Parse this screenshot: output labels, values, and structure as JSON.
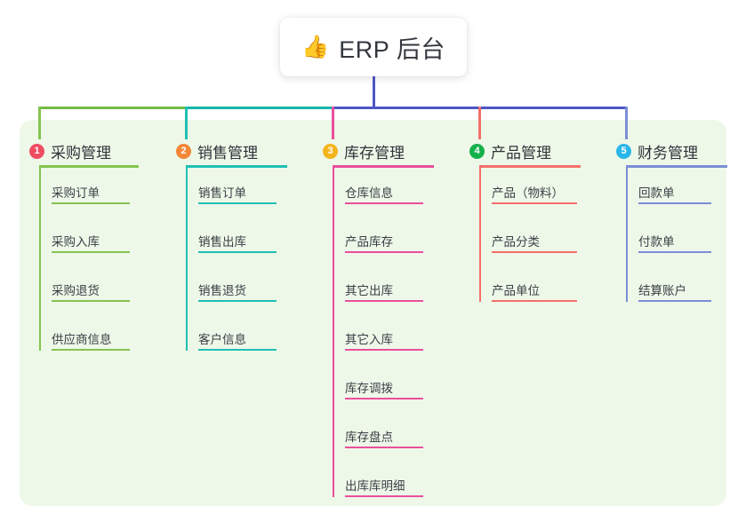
{
  "canvas": {
    "background": "#ffffff",
    "panel_color": "#eef8e9"
  },
  "title": {
    "emoji": "👍",
    "emoji_name": "thumbs-up-emoji",
    "text": "ERP 后台"
  },
  "connector": {
    "stem_color": "#4d57c4",
    "segments": [
      {
        "from": "col1",
        "to": "col2",
        "color": "#74b944"
      },
      {
        "from": "col2",
        "to": "col3",
        "color": "#17b5ac"
      },
      {
        "from": "col3",
        "to": "col5",
        "color": "#4d57c4"
      }
    ]
  },
  "columns": [
    {
      "number": "1",
      "title": "采购管理",
      "badge_color": "#ef4c62",
      "line_color": "#84c44f",
      "items": [
        {
          "label": "采购订单"
        },
        {
          "label": "采购入库"
        },
        {
          "label": "采购退货"
        },
        {
          "label": "供应商信息"
        }
      ]
    },
    {
      "number": "2",
      "title": "销售管理",
      "badge_color": "#f48638",
      "line_color": "#1fc0b4",
      "items": [
        {
          "label": "销售订单"
        },
        {
          "label": "销售出库"
        },
        {
          "label": "销售退货"
        },
        {
          "label": "客户信息"
        }
      ]
    },
    {
      "number": "3",
      "title": "库存管理",
      "badge_color": "#f4b51c",
      "line_color": "#ea4f9c",
      "items": [
        {
          "label": "仓库信息"
        },
        {
          "label": "产品库存"
        },
        {
          "label": "其它出库"
        },
        {
          "label": "其它入库"
        },
        {
          "label": "库存调拨"
        },
        {
          "label": "库存盘点"
        },
        {
          "label": "出库库明细"
        }
      ]
    },
    {
      "number": "4",
      "title": "产品管理",
      "badge_color": "#14b14b",
      "line_color": "#f4706a",
      "items": [
        {
          "label": "产品（物料）"
        },
        {
          "label": "产品分类"
        },
        {
          "label": "产品单位"
        }
      ]
    },
    {
      "number": "5",
      "title": "财务管理",
      "badge_color": "#29b6e8",
      "line_color": "#7b8ed6",
      "items": [
        {
          "label": "回款单"
        },
        {
          "label": "付款单"
        },
        {
          "label": "结算账户"
        }
      ]
    }
  ]
}
